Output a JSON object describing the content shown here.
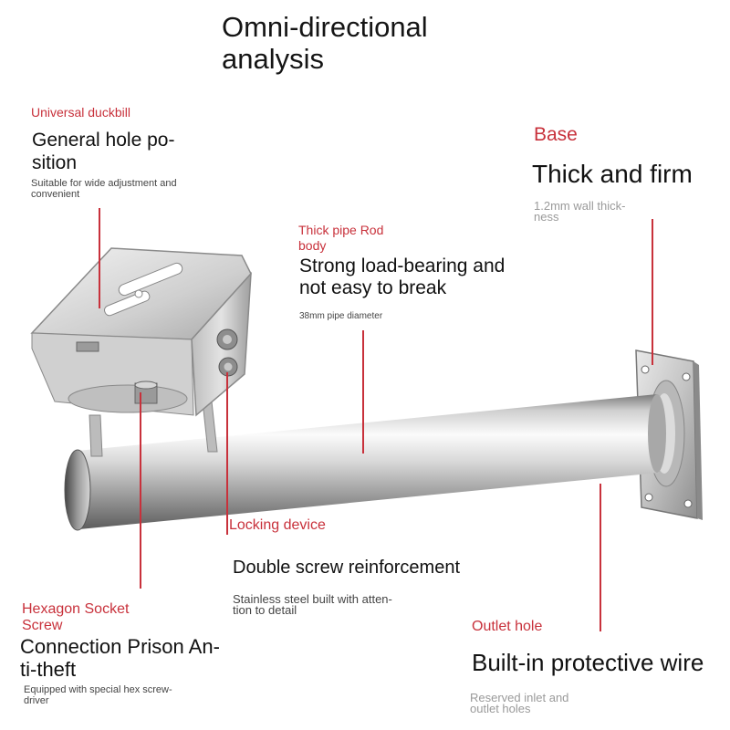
{
  "title": "Omni-directional\nanalysis",
  "callouts": {
    "duckbill": {
      "tag": "Universal duckbill",
      "heading": "General hole po-\nsition",
      "note": "Suitable for wide adjustment and\nconvenient"
    },
    "base": {
      "tag": "Base",
      "heading": "Thick and firm",
      "note": "1.2mm wall thick-\nness"
    },
    "pipe": {
      "tag": "Thick pipe Rod\nbody",
      "heading": "Strong load-bearing and\nnot easy to break",
      "note": "38mm pipe diameter"
    },
    "locking": {
      "tag": "Locking device",
      "heading": "Double screw reinforcement",
      "note": "Stainless steel built with atten-\ntion to detail"
    },
    "hexagon": {
      "tag": "Hexagon Socket\nScrew",
      "heading": "Connection Prison An-\nti-theft",
      "note": "Equipped with special hex screw-\ndriver"
    },
    "outlet": {
      "tag": "Outlet hole",
      "heading": "Built-in protective wire",
      "note": "Reserved inlet and\noutlet holes"
    }
  },
  "colors": {
    "accent": "#c8313b",
    "metal_light": "#eeeeee",
    "metal_dark": "#6f6f6f"
  }
}
